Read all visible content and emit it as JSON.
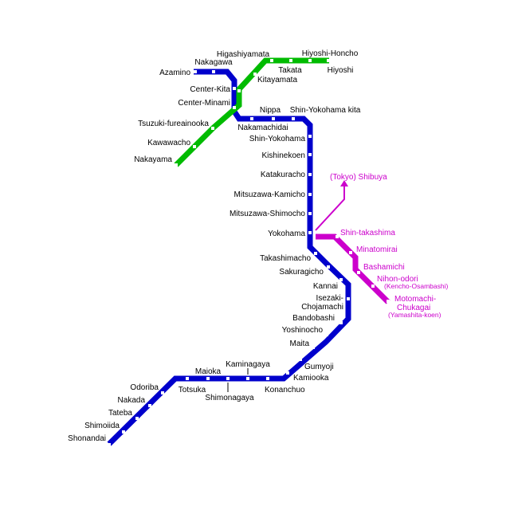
{
  "colors": {
    "blue_line": "#0000cc",
    "green_line": "#00bb00",
    "magenta_line": "#cc00cc",
    "station_marker": "#ffffff",
    "label_dark": "#000000",
    "label_magenta": "#cc00cc",
    "background": "#ffffff"
  },
  "lines": [
    {
      "id": "blue",
      "color": "#0000cc"
    },
    {
      "id": "green",
      "color": "#00bb00"
    },
    {
      "id": "magenta",
      "color": "#cc00cc"
    }
  ],
  "stations": {
    "azamino": "Azamino",
    "nakagawa": "Nakagawa",
    "center_kita": "Center-Kita",
    "center_minami": "Center-Minami",
    "nippa": "Nippa",
    "shin_yokohama_kita": "Shin-Yokohama kita",
    "nakamachidai": "Nakamachidai",
    "shin_yokohama": "Shin-Yokohama",
    "kishinekoen": "Kishinekoen",
    "katakuracho": "Katakuracho",
    "mitsuzawa_kamicho": "Mitsuzawa-Kamicho",
    "mitsuzawa_shimocho": "Mitsuzawa-Shimocho",
    "yokohama": "Yokohama",
    "takashimacho": "Takashimacho",
    "sakuragicho": "Sakuragicho",
    "kannai": "Kannai",
    "isezaki_1": "Isezaki-",
    "isezaki_2": "Chojamachi",
    "bandobashi": "Bandobashi",
    "yoshinocho": "Yoshinocho",
    "maita": "Maita",
    "gumyoji": "Gumyoji",
    "kamiooka": "Kamiooka",
    "konanchuo": "Konanchuo",
    "kaminagaya": "Kaminagaya",
    "shimonagaya": "Shimonagaya",
    "maioka": "Maioka",
    "totsuka": "Totsuka",
    "odoriba": "Odoriba",
    "nakada": "Nakada",
    "tateba": "Tateba",
    "shimoiida": "Shimoiida",
    "shonandai": "Shonandai",
    "higashiyamata": "Higashiyamata",
    "hiyoshi_honcho": "Hiyoshi-Honcho",
    "takata": "Takata",
    "hiyoshi": "Hiyoshi",
    "kitayamata": "Kitayamata",
    "tsuzuki_fureainooka": "Tsuzuki-fureainooka",
    "kawawacho": "Kawawacho",
    "nakayama": "Nakayama",
    "tokyo_shibuya": "(Tokyo) Shibuya",
    "shin_takashima": "Shin-takashima",
    "minatomirai": "Minatomirai",
    "bashamichi": "Bashamichi",
    "nihon_odori": "Nihon-odori",
    "kencho_osambashi": "(Kencho-Osambashi)",
    "motomachi_1": "Motomachi-",
    "motomachi_2": "Chukagai",
    "yamashita_koen": "(Yamashita-koen)"
  }
}
